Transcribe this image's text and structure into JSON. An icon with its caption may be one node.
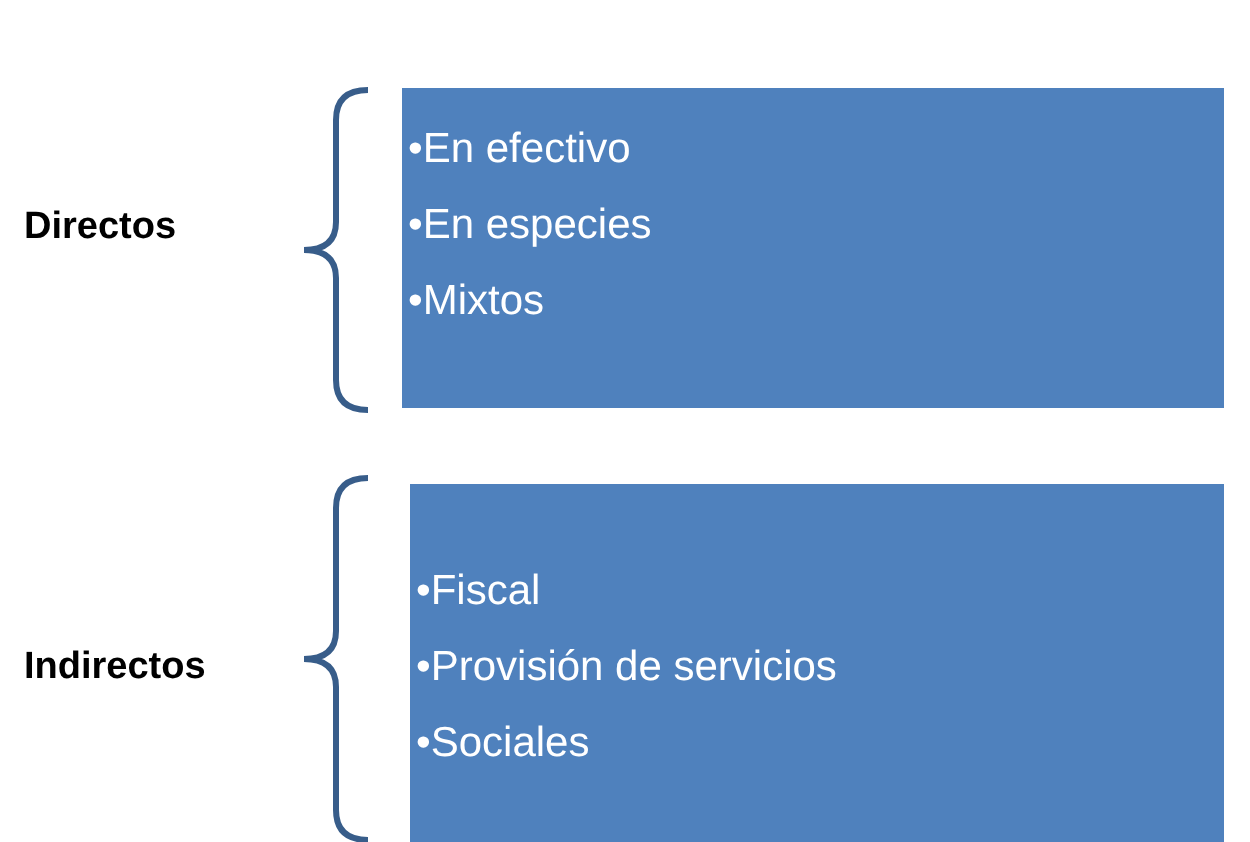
{
  "diagram": {
    "nodes": [
      {
        "text": [
          "•En efectivo",
          "•En especies",
          "•Mixtos"
        ]
      },
      {
        "text": [
          "•Fiscal",
          "•Provisión de servicios",
          "•Sociales"
        ]
      }
    ],
    "labels": [
      "Directos",
      "Indirectos"
    ]
  }
}
